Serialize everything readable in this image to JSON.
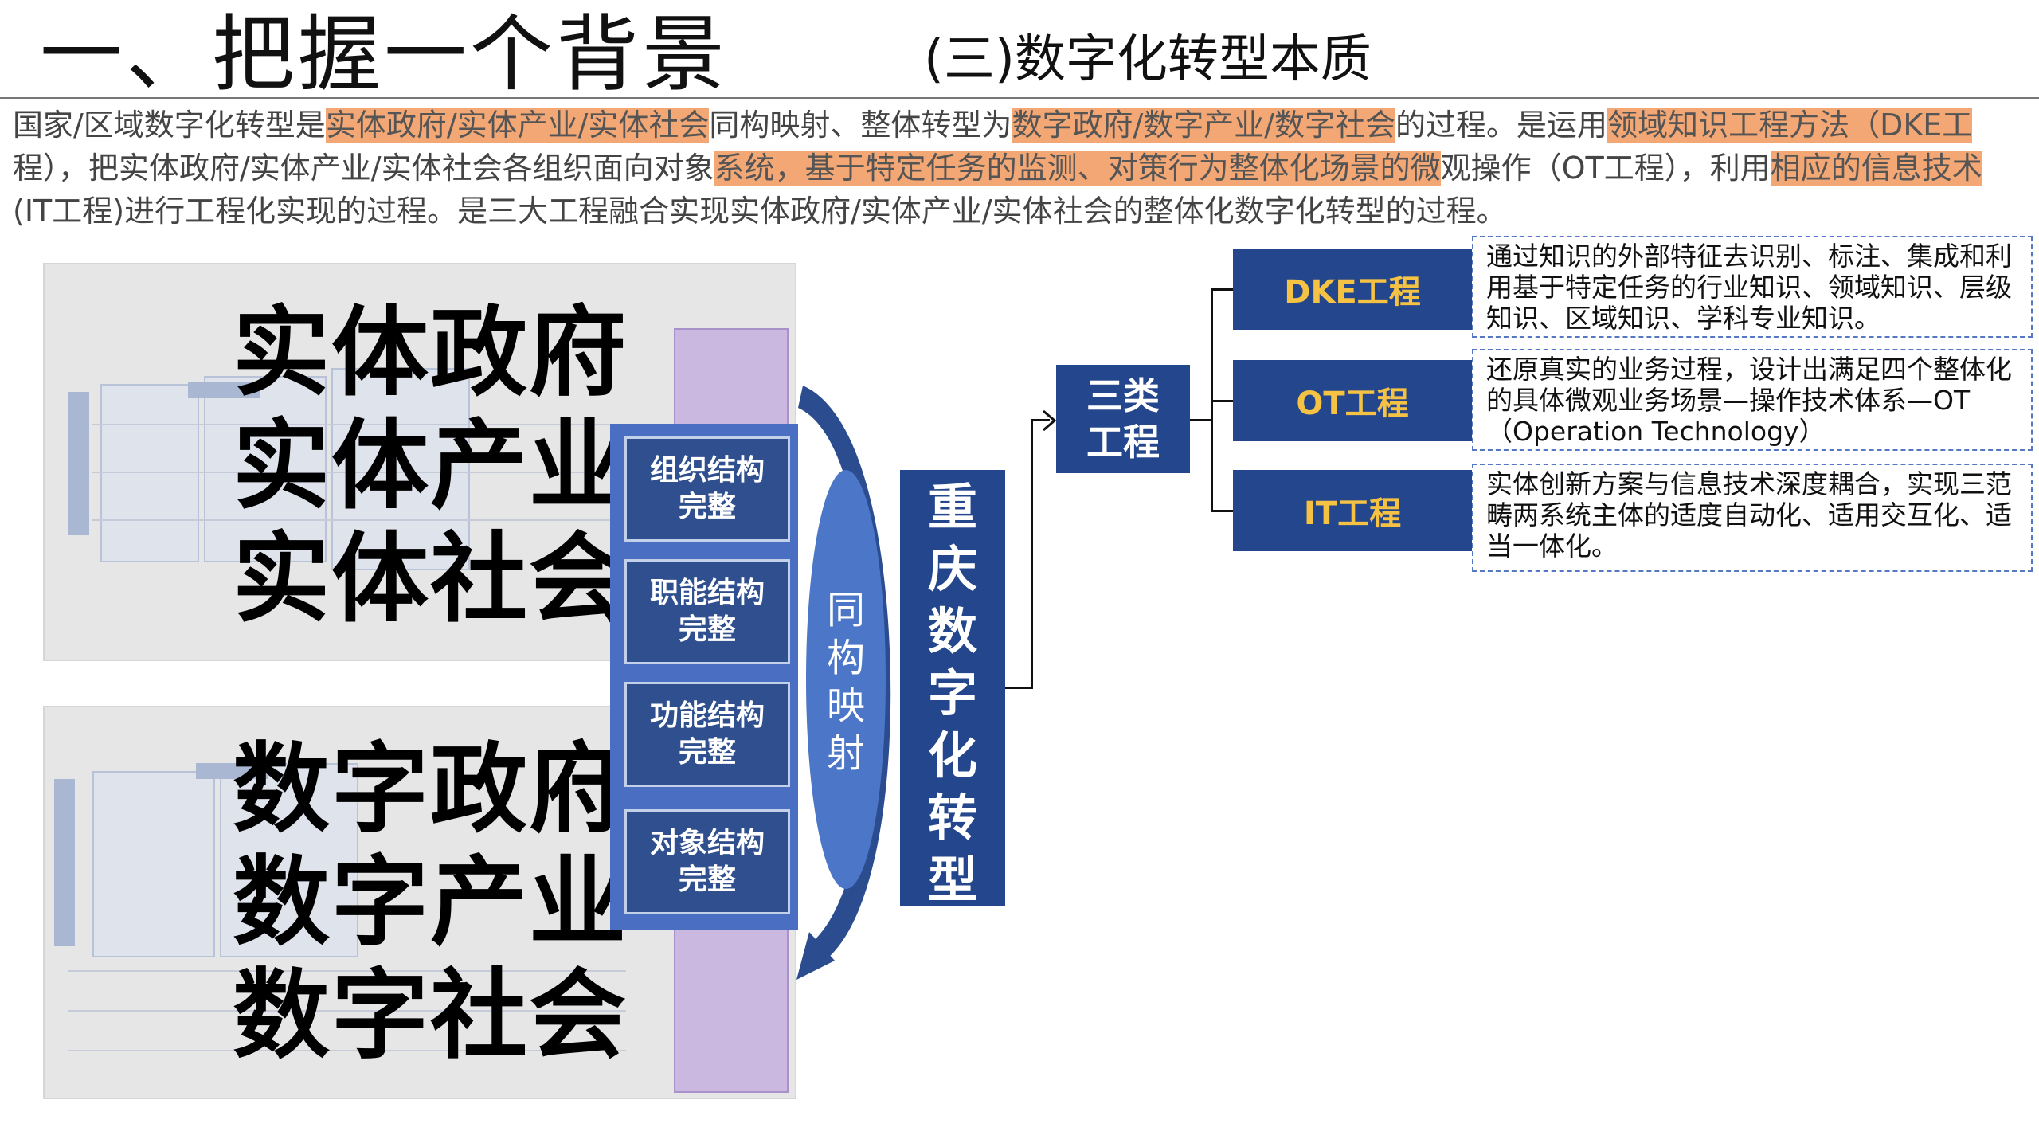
{
  "header": {
    "title": "一、把握一个背景",
    "subtitle": "(三)数字化转型本质"
  },
  "intro": {
    "l1_a": "国家/区域数字化转型是",
    "l1_hl1": "实体政府/实体产业/实体社会",
    "l1_b": "同构映射、整体转型为",
    "l1_hl2": "数字政府/数字产业/数字社会",
    "l1_c": "的过程。是运用",
    "l1_hl3": "领域知识工程方法（DKE工",
    "l2_a": "程），把实体政府/实体产业/实体社会各组织面向对象",
    "l2_hl1": "系统，基于特定任务的监测、对策行为整体化场景的微",
    "l2_b": "观操作（OT工程），利用",
    "l2_hl2": "相应的信息技术",
    "l3": "(IT工程)进行工程化实现的过程。是三大工程融合实现实体政府/实体产业/实体社会的整体化数字化转型的过程。"
  },
  "left": {
    "physical": [
      "实体政府",
      "实体产业",
      "实体社会"
    ],
    "digital": [
      "数字政府",
      "数字产业",
      "数字社会"
    ]
  },
  "structures": [
    {
      "line1": "组织结构",
      "line2": "完整"
    },
    {
      "line1": "职能结构",
      "line2": "完整"
    },
    {
      "line1": "功能结构",
      "line2": "完整"
    },
    {
      "line1": "对象结构",
      "line2": "完整"
    }
  ],
  "mapping_label": "同构映射",
  "chongqing_label": "重庆数字化转型",
  "three_types": {
    "line1": "三类",
    "line2": "工程"
  },
  "engineering": [
    {
      "name": "DKE工程",
      "desc": "通过知识的外部特征去识别、标注、集成和利用基于特定任务的行业知识、领域知识、层级知识、区域知识、学科专业知识。"
    },
    {
      "name": "OT工程",
      "desc": "还原真实的业务过程，设计出满足四个整体化的具体微观业务场景—操作技术体系—OT（Operation Technology）"
    },
    {
      "name": "IT工程",
      "desc": "实体创新方案与信息技术深度耦合，实现三范畴两系统主体的适度自动化、适用交互化、适当一体化。"
    }
  ],
  "colors": {
    "navy": "#23468c",
    "blue": "#4a6fc2",
    "highlight": "#f3a774",
    "engineering_text": "#f6c243"
  }
}
